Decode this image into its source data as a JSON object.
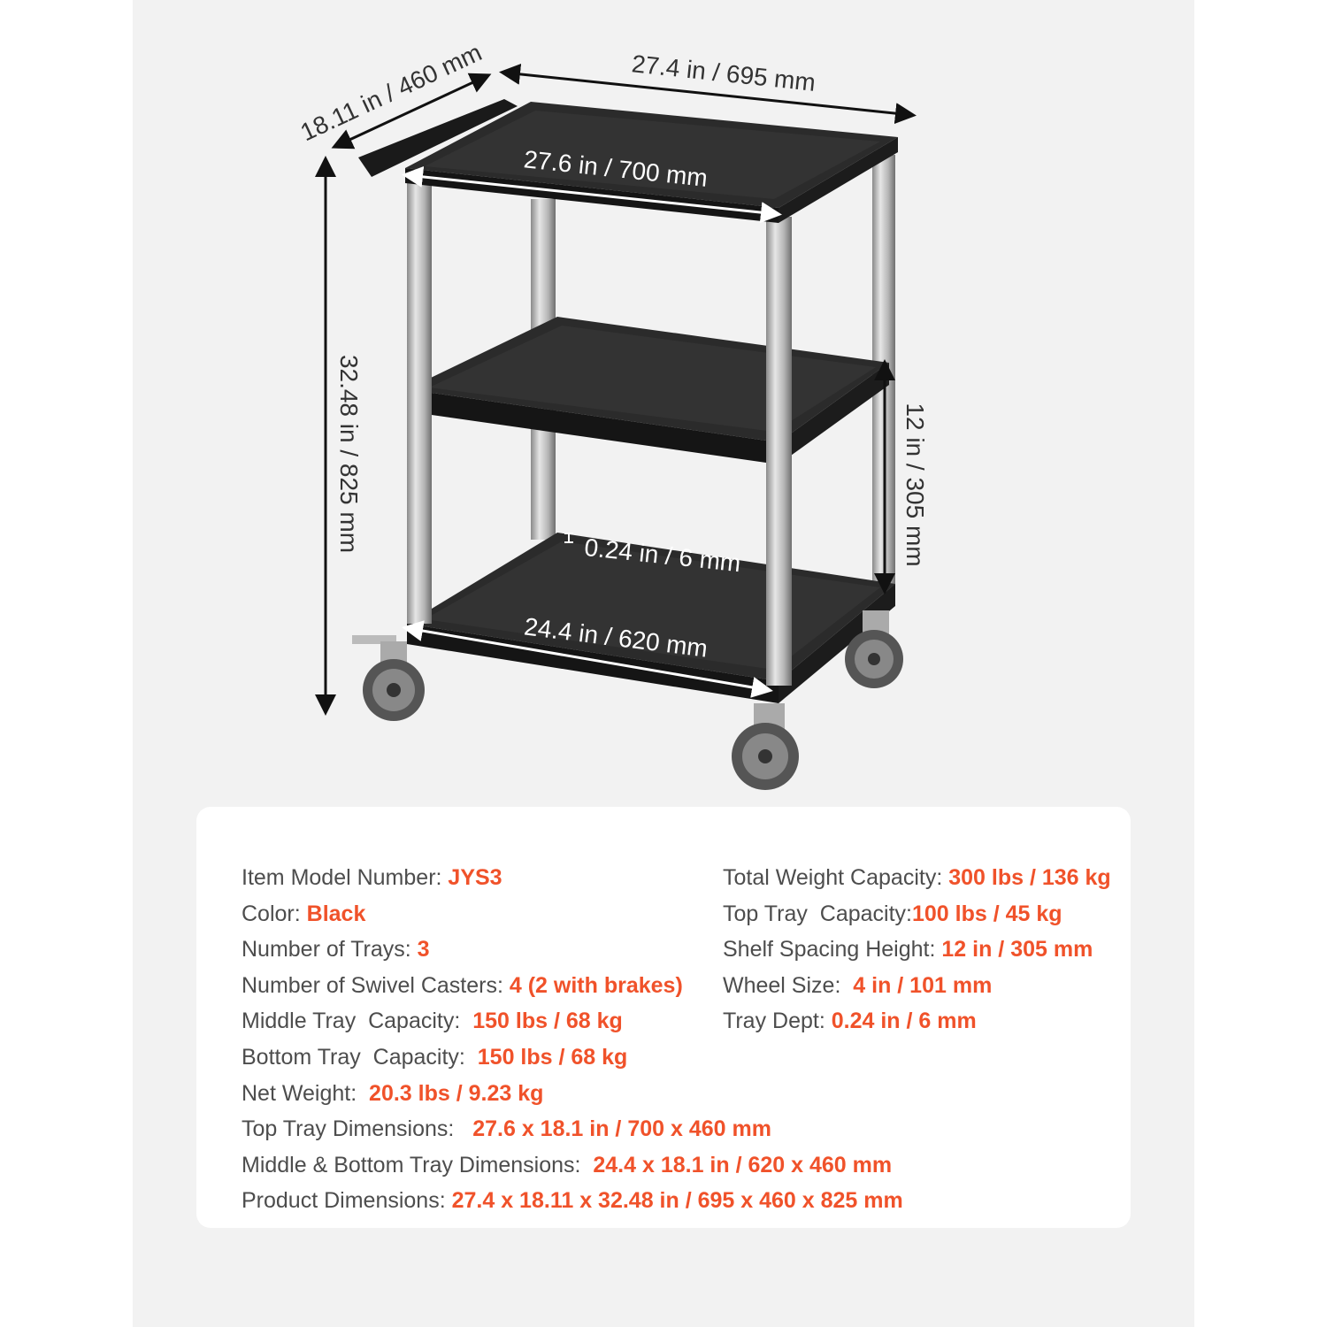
{
  "dimensions": {
    "depth": "18.11 in  /  460 mm",
    "overall_width": "27.4 in  /  695 mm",
    "top_tray_width": "27.6 in  /  700 mm",
    "height": "32.48 in  /  825 mm",
    "shelf_spacing": "12 in / 305 mm",
    "tray_depth": "0.24 in / 6 mm",
    "bottom_tray_width": "24.4 in  /  620 mm"
  },
  "colors": {
    "accent": "#f0522a",
    "text": "#4d4d4d",
    "panel": "#f2f2f2",
    "cart": "#222222"
  },
  "specs_left": [
    {
      "label": "Item Model Number: ",
      "value": "JYS3"
    },
    {
      "label": "Color: ",
      "value": "Black"
    },
    {
      "label": "Number of Trays: ",
      "value": "3"
    },
    {
      "label": "Number of Swivel Casters: ",
      "value": "4 (2 with brakes)"
    },
    {
      "label": "Middle Tray  Capacity:  ",
      "value": "150 lbs / 68 kg"
    },
    {
      "label": "Bottom Tray  Capacity:  ",
      "value": "150 lbs / 68 kg"
    },
    {
      "label": "Net Weight:  ",
      "value": "20.3 lbs / 9.23 kg"
    },
    {
      "label": "Top Tray Dimensions:   ",
      "value": "27.6 x 18.1 in / 700 x 460 mm"
    },
    {
      "label": "Middle & Bottom Tray Dimensions:  ",
      "value": "24.4 x 18.1 in / 620 x 460 mm"
    },
    {
      "label": "Product Dimensions: ",
      "value": "27.4 x 18.11 x 32.48 in / 695 x 460 x 825 mm"
    }
  ],
  "specs_right": [
    {
      "label": "Total Weight Capacity: ",
      "value": "300 lbs / 136 kg"
    },
    {
      "label": "Top Tray  Capacity:",
      "value": "100 lbs / 45 kg"
    },
    {
      "label": "Shelf Spacing Height: ",
      "value": "12 in / 305 mm"
    },
    {
      "label": "Wheel Size:  ",
      "value": "4 in / 101 mm"
    },
    {
      "label": "Tray Dept: ",
      "value": "0.24 in / 6 mm"
    }
  ]
}
